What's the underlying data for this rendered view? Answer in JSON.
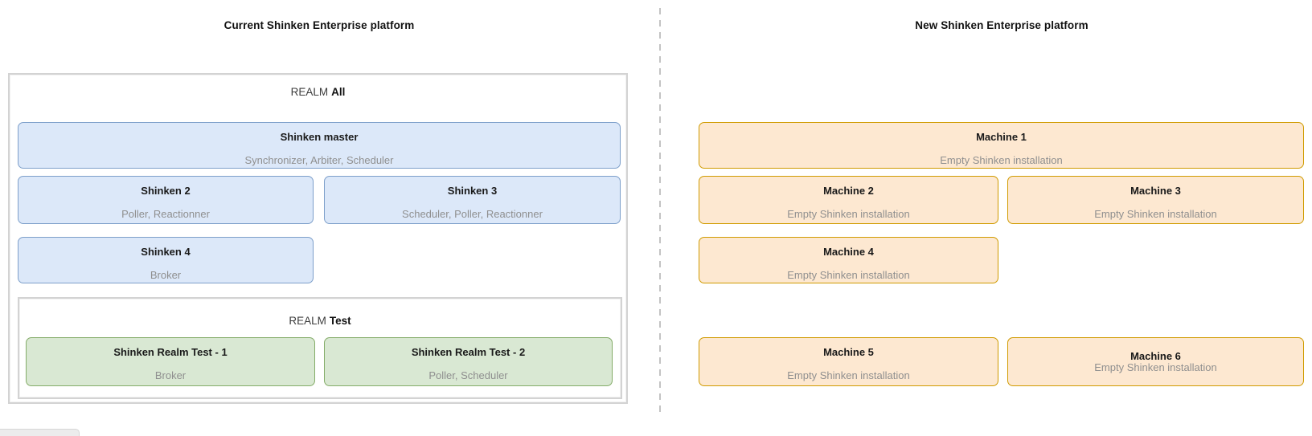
{
  "diagram": {
    "left_panel": {
      "title": "Current Shinken Enterprise platform",
      "realm_all": {
        "label_prefix": "REALM",
        "label_name": "All",
        "nodes": [
          {
            "title": "Shinken master",
            "subtitle": "Synchronizer, Arbiter, Scheduler"
          },
          {
            "title": "Shinken 2",
            "subtitle": "Poller, Reactionner"
          },
          {
            "title": "Shinken 3",
            "subtitle": "Scheduler, Poller, Reactionner"
          },
          {
            "title": "Shinken 4",
            "subtitle": "Broker"
          }
        ],
        "realm_test": {
          "label_prefix": "REALM",
          "label_name": "Test",
          "nodes": [
            {
              "title": "Shinken Realm Test - 1",
              "subtitle": "Broker"
            },
            {
              "title": "Shinken Realm Test - 2",
              "subtitle": "Poller, Scheduler"
            }
          ]
        }
      }
    },
    "right_panel": {
      "title": "New Shinken Enterprise platform",
      "machines": [
        {
          "title": "Machine 1",
          "subtitle": "Empty Shinken installation"
        },
        {
          "title": "Machine 2",
          "subtitle": "Empty Shinken installation"
        },
        {
          "title": "Machine 3",
          "subtitle": "Empty Shinken installation"
        },
        {
          "title": "Machine 4",
          "subtitle": "Empty Shinken installation"
        },
        {
          "title": "Machine 5",
          "subtitle": "Empty Shinken installation"
        },
        {
          "title": "Machine 6",
          "subtitle": "Empty Shinken installation"
        }
      ]
    }
  },
  "colors": {
    "node_blue_fill": "#dce8f9",
    "node_blue_border": "#7d9fca",
    "node_green_fill": "#d9e8d3",
    "node_green_border": "#84ac68",
    "node_orange_fill": "#fde8d1",
    "node_orange_border": "#d09b00",
    "realm_border": "#d3d3d3",
    "divider": "#c3c3c3",
    "title_text": "#1a1a1a",
    "subtitle_text": "#8f8f8f"
  }
}
